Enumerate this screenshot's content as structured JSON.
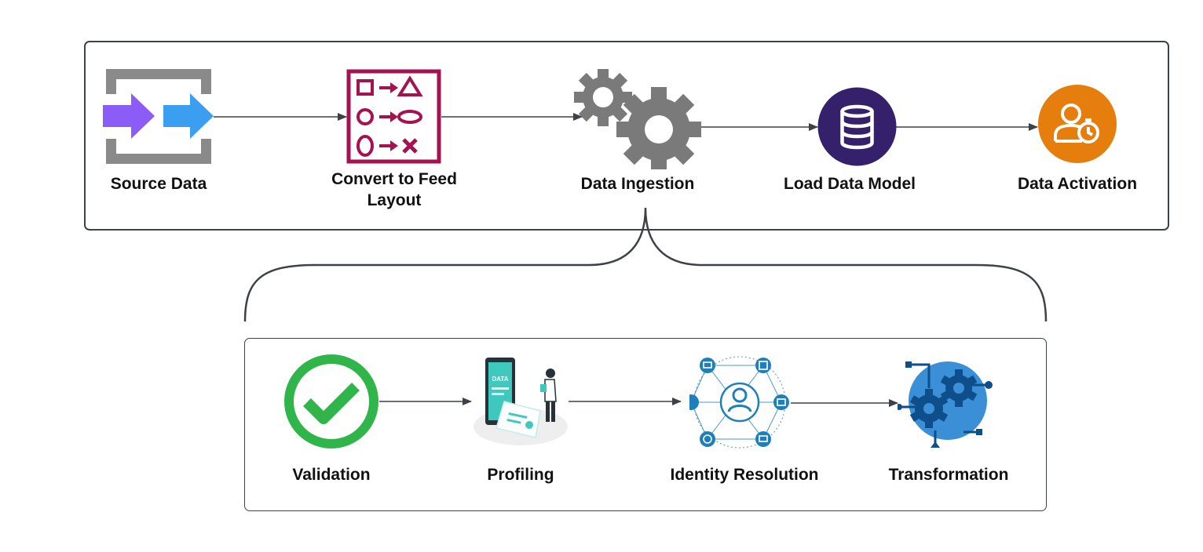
{
  "top_steps": [
    {
      "label": "Source Data",
      "icon": "source-data-icon"
    },
    {
      "label": "Convert to Feed Layout",
      "icon": "feed-layout-icon"
    },
    {
      "label": "Data Ingestion",
      "icon": "gears-icon"
    },
    {
      "label": "Load Data Model",
      "icon": "database-icon"
    },
    {
      "label": "Data Activation",
      "icon": "user-timer-icon"
    }
  ],
  "ingestion_steps": [
    {
      "label": "Validation",
      "icon": "check-circle-icon"
    },
    {
      "label": "Profiling",
      "icon": "data-profiling-icon"
    },
    {
      "label": "Identity Resolution",
      "icon": "identity-network-icon"
    },
    {
      "label": "Transformation",
      "icon": "gear-circuit-icon"
    }
  ],
  "colors": {
    "border": "#3d4148",
    "source_arrow_purple": "#8b5cf6",
    "source_arrow_blue": "#3b9ef0",
    "source_frame_gray": "#8a8a8a",
    "feed_layout": "#a6114f",
    "gears": "#7a7a7a",
    "database_bg": "#34206b",
    "activation_bg": "#e67e0e",
    "validation_green": "#2fb54a",
    "profiling_teal": "#3ec8be",
    "identity_blue": "#1f7fb8",
    "transformation_blue": "#0e4e8a"
  }
}
